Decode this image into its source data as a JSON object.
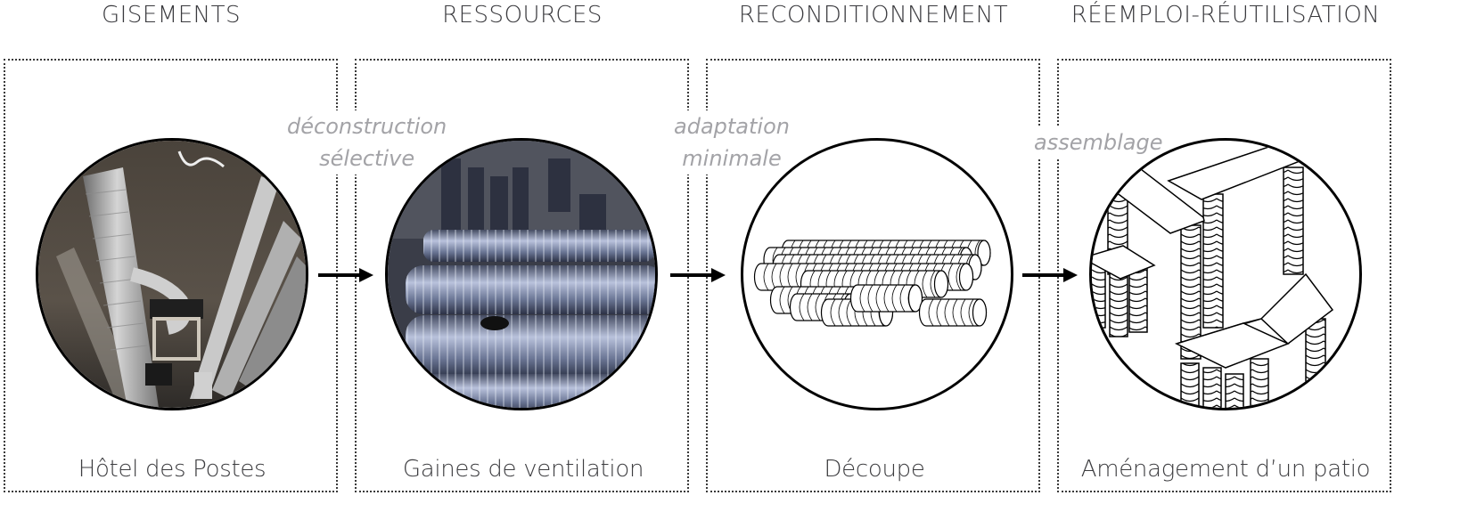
{
  "stages": [
    {
      "heading": "GISEMENTS",
      "caption": "Hôtel des Postes",
      "image": "ceiling-ducts-photo"
    },
    {
      "heading": "RESSOURCES",
      "caption": "Gaines de ventilation",
      "image": "stacked-ducts-photo"
    },
    {
      "heading": "RECONDITIONNEMENT",
      "caption": "Découpe",
      "image": "cut-duct-segments-drawing"
    },
    {
      "heading": "RÉEMPLOI-RÉUTILISATION",
      "caption": "Aménagement d’un patio",
      "image": "patio-furniture-drawing"
    }
  ],
  "transitions": [
    {
      "line1": "déconstruction",
      "line2": "sélective"
    },
    {
      "line1": "adaptation",
      "line2": "minimale"
    },
    {
      "line1": "assemblage"
    }
  ],
  "colors": {
    "heading": "#3a3a3e",
    "transition_text": "#a3a3a7",
    "border": "#3a3a3a",
    "arrow": "#000000"
  }
}
